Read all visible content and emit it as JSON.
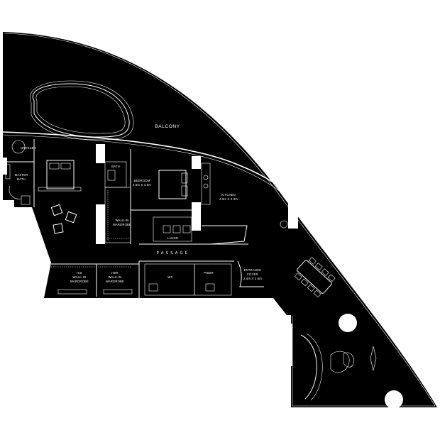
{
  "plan": {
    "colors": {
      "floor": "#000000",
      "lines": "#ffffff",
      "background": "#ffffff"
    },
    "rooms": {
      "balcony": "BALCONY",
      "master_bath_1": "MASTER",
      "master_bath_2": "BATH",
      "dresser": "DRESSER",
      "bath": "BATH",
      "bedroom_1": "BEDROOM",
      "bedroom_2": "4.0m X 4.0m",
      "kitchen_1": "KITCHEN",
      "kitchen_2": "4.0m X 4.3m",
      "walkin_1": "WALK-IN",
      "walkin_2": "WARDROBE",
      "laundry": "LAUND.",
      "passage": "PASSAGE",
      "entrance_1": "ENTRANCE",
      "entrance_2": "FOYER",
      "entrance_3": "2.4m X 3.8m",
      "his_1": "HIS",
      "his_2": "WALK-IN",
      "his_3": "WARDROBE",
      "hers_1": "HER",
      "hers_2": "WALK-IN",
      "hers_3": "WARDROBE",
      "wc": "WC",
      "pwdr": "PWDR"
    }
  }
}
